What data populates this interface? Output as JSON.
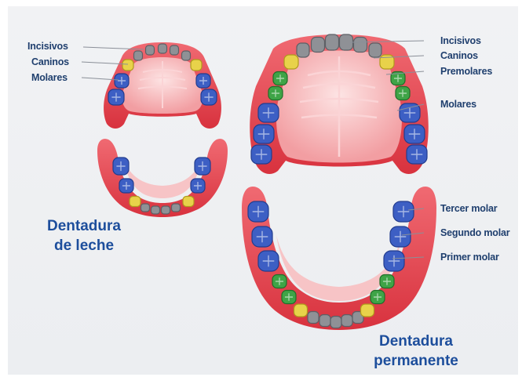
{
  "primary": {
    "labels": {
      "incisivos": "Incisivos",
      "caninos": "Caninos",
      "molares": "Molares"
    },
    "title_line1": "Dentadura",
    "title_line2": "de leche"
  },
  "permanent": {
    "labels": {
      "incisivos": "Incisivos",
      "caninos": "Caninos",
      "premolares": "Premolares",
      "molares": "Molares",
      "tercer_molar": "Tercer molar",
      "segundo_molar": "Segundo molar",
      "primer_molar": "Primer molar"
    },
    "title_line1": "Dentadura",
    "title_line2": "permanente"
  },
  "colors": {
    "incisor": "#8f9196",
    "canine": "#e8d24a",
    "premolar": "#3fa447",
    "molar": "#3d5fc4",
    "gum": "#e8424d",
    "palate": "#f6b7b9",
    "title": "#1d4e9c",
    "label": "#1f3f6e"
  }
}
